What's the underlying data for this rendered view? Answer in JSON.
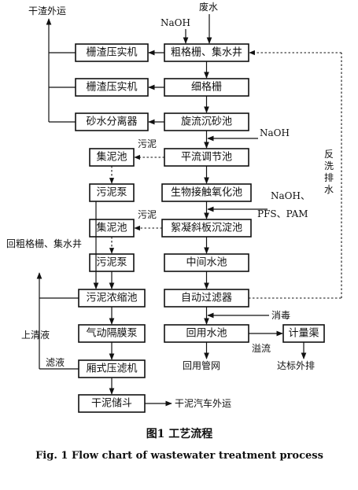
{
  "nodes": {
    "coarse_screen": "粗格栅、集水井",
    "fine_screen": "细格栅",
    "grit_chamber": "旋流沉砂池",
    "equalization": "平流调节池",
    "bio_contact": "生物接触氧化池",
    "flocculation_settler": "絮凝斜板沉淀池",
    "intermediate_tank": "中间水池",
    "auto_filter": "自动过滤器",
    "reuse_tank": "回用水池",
    "metering_flume": "计量渠",
    "screen_press_1": "栅渣压实机",
    "screen_press_2": "栅渣压实机",
    "sand_separator": "砂水分离器",
    "sludge_tank_1": "集泥池",
    "sludge_pump_1": "污泥泵",
    "sludge_tank_2": "集泥池",
    "sludge_pump_2": "污泥泵",
    "thickener": "污泥浓缩池",
    "diaphragm_pump": "气动隔膜泵",
    "filter_press": "厢式压滤机",
    "sludge_hopper": "干泥储斗"
  },
  "labels": {
    "wastewater": "废水",
    "naoh_1": "NaOH",
    "naoh_2": "NaOH",
    "naoh_3": "NaOH、",
    "pfs_pam": "PFS、PAM",
    "dry_residue": "干渣外运",
    "sludge_1": "污泥",
    "sludge_2": "污泥",
    "backwash": "反洗排水",
    "return_to_coarse": "回粗格栅、集水井",
    "supernatant": "上清液",
    "filtrate": "滤液",
    "disinfection": "消毒",
    "overflow": "溢流",
    "reuse_network": "回用管网",
    "discharge": "达标外排",
    "dry_sludge_out": "干泥汽车外运"
  },
  "caption": {
    "zh": "图1 工艺流程",
    "en": "Fig. 1 Flow chart of wastewater treatment process"
  }
}
